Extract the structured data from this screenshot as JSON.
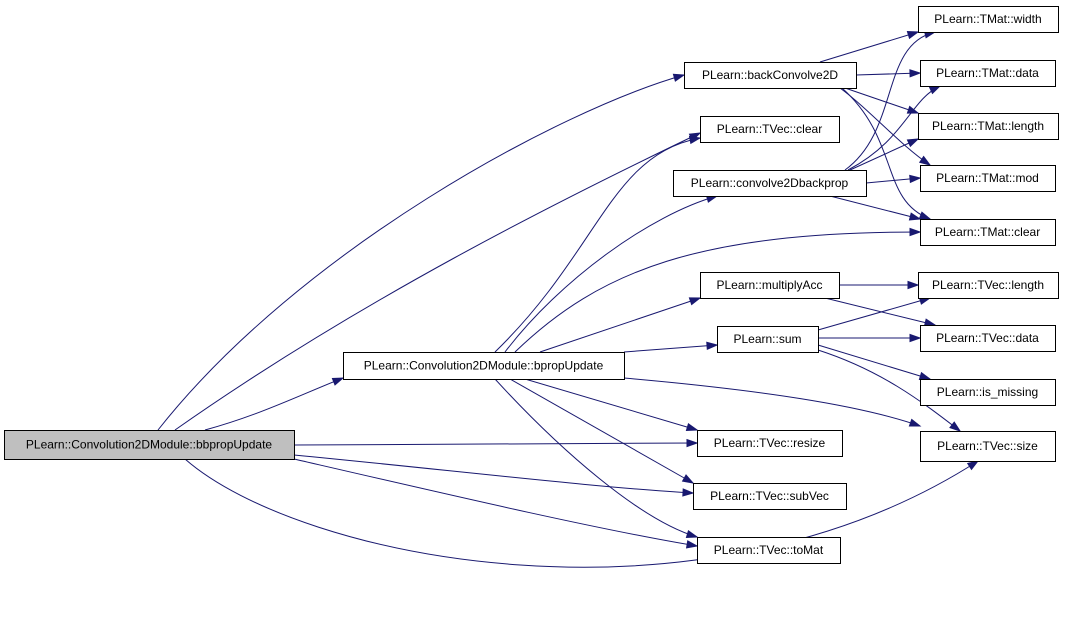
{
  "graph": {
    "edge_color": "#191970",
    "root_fill": "#bfbfbf",
    "nodes": [
      {
        "id": "bbprop",
        "label": "PLearn::Convolution2DModule::bbpropUpdate",
        "root": true
      },
      {
        "id": "bprop",
        "label": "PLearn::Convolution2DModule::bpropUpdate"
      },
      {
        "id": "backConvolve2D",
        "label": "PLearn::backConvolve2D"
      },
      {
        "id": "tvec_clear",
        "label": "PLearn::TVec::clear"
      },
      {
        "id": "convolve2Dbackprop",
        "label": "PLearn::convolve2Dbackprop"
      },
      {
        "id": "multiplyAcc",
        "label": "PLearn::multiplyAcc"
      },
      {
        "id": "sum",
        "label": "PLearn::sum"
      },
      {
        "id": "tvec_resize",
        "label": "PLearn::TVec::resize"
      },
      {
        "id": "tvec_subVec",
        "label": "PLearn::TVec::subVec"
      },
      {
        "id": "tvec_toMat",
        "label": "PLearn::TVec::toMat"
      },
      {
        "id": "tmat_width",
        "label": "PLearn::TMat::width"
      },
      {
        "id": "tmat_data",
        "label": "PLearn::TMat::data"
      },
      {
        "id": "tmat_length",
        "label": "PLearn::TMat::length"
      },
      {
        "id": "tmat_mod",
        "label": "PLearn::TMat::mod"
      },
      {
        "id": "tmat_clear",
        "label": "PLearn::TMat::clear"
      },
      {
        "id": "tvec_length",
        "label": "PLearn::TVec::length"
      },
      {
        "id": "tvec_data",
        "label": "PLearn::TVec::data"
      },
      {
        "id": "is_missing",
        "label": "PLearn::is_missing"
      },
      {
        "id": "tvec_size",
        "label": "PLearn::TVec::size"
      }
    ],
    "edges": [
      {
        "from": "bbprop",
        "to": "backConvolve2D"
      },
      {
        "from": "bbprop",
        "to": "tvec_clear"
      },
      {
        "from": "bbprop",
        "to": "bprop"
      },
      {
        "from": "bbprop",
        "to": "tvec_resize"
      },
      {
        "from": "bbprop",
        "to": "tvec_subVec"
      },
      {
        "from": "bbprop",
        "to": "tvec_toMat"
      },
      {
        "from": "bbprop",
        "to": "tvec_size"
      },
      {
        "from": "bprop",
        "to": "tvec_clear"
      },
      {
        "from": "bprop",
        "to": "convolve2Dbackprop"
      },
      {
        "from": "bprop",
        "to": "tmat_clear"
      },
      {
        "from": "bprop",
        "to": "multiplyAcc"
      },
      {
        "from": "bprop",
        "to": "sum"
      },
      {
        "from": "bprop",
        "to": "tvec_size"
      },
      {
        "from": "bprop",
        "to": "tvec_resize"
      },
      {
        "from": "bprop",
        "to": "tvec_subVec"
      },
      {
        "from": "bprop",
        "to": "tvec_toMat"
      },
      {
        "from": "backConvolve2D",
        "to": "tmat_width"
      },
      {
        "from": "backConvolve2D",
        "to": "tmat_data"
      },
      {
        "from": "backConvolve2D",
        "to": "tmat_length"
      },
      {
        "from": "backConvolve2D",
        "to": "tmat_mod"
      },
      {
        "from": "backConvolve2D",
        "to": "tmat_clear"
      },
      {
        "from": "convolve2Dbackprop",
        "to": "tmat_width"
      },
      {
        "from": "convolve2Dbackprop",
        "to": "tmat_data"
      },
      {
        "from": "convolve2Dbackprop",
        "to": "tmat_length"
      },
      {
        "from": "convolve2Dbackprop",
        "to": "tmat_mod"
      },
      {
        "from": "convolve2Dbackprop",
        "to": "tmat_clear"
      },
      {
        "from": "multiplyAcc",
        "to": "tvec_length"
      },
      {
        "from": "multiplyAcc",
        "to": "tvec_data"
      },
      {
        "from": "sum",
        "to": "tvec_length"
      },
      {
        "from": "sum",
        "to": "tvec_data"
      },
      {
        "from": "sum",
        "to": "is_missing"
      },
      {
        "from": "sum",
        "to": "tvec_size"
      }
    ]
  }
}
